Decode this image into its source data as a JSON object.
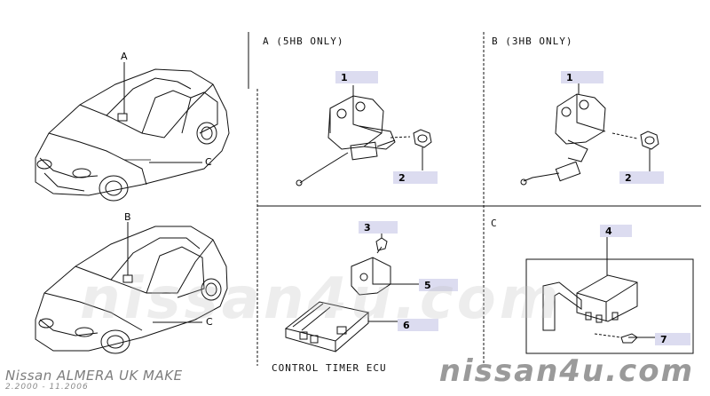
{
  "sections": {
    "a_title": "A (5HB ONLY)",
    "b_title": "B (3HB ONLY)",
    "c_title": "C",
    "ecu_caption": "CONTROL TIMER ECU"
  },
  "car_callouts": {
    "top_a": "A",
    "top_c": "C",
    "bottom_b": "B",
    "bottom_c": "C"
  },
  "part_tags": {
    "a1": "1",
    "a2": "2",
    "b1": "1",
    "b2": "2",
    "p3": "3",
    "p5": "5",
    "p6": "6",
    "p4": "4",
    "p7": "7"
  },
  "footer": {
    "model": "Nissan ALMERA UK MAKE",
    "period": "2.2000 - 11.2006",
    "watermark": "nissan4u.com"
  }
}
